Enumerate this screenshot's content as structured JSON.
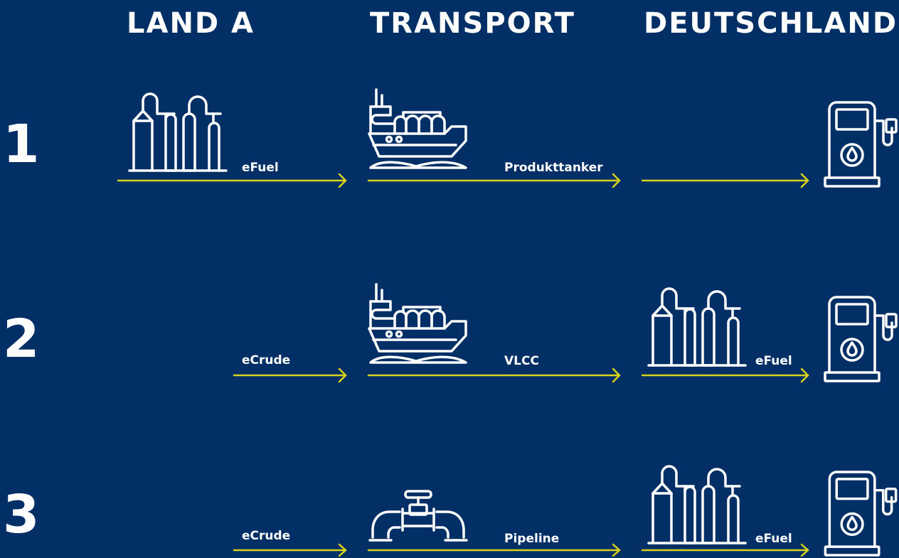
{
  "headers": [
    "LAND A",
    "TRANSPORT",
    "DEUTSCHLAND"
  ],
  "rows": [
    {
      "number": "1",
      "land_label": "eFuel",
      "transport_label": "Produkttanker",
      "land_icon": "refinery-icon",
      "transport_icon": "ship-icon",
      "germany_icon": null,
      "germany_label": ""
    },
    {
      "number": "2",
      "land_label": "eCrude",
      "transport_label": "VLCC",
      "land_icon": null,
      "transport_icon": "ship-icon",
      "germany_icon": "refinery-icon",
      "germany_label": "eFuel"
    },
    {
      "number": "3",
      "land_label": "eCrude",
      "transport_label": "Pipeline",
      "land_icon": null,
      "transport_icon": "pipeline-icon",
      "germany_icon": "refinery-icon",
      "germany_label": "eFuel"
    }
  ],
  "end_icon": "fuel-pump-icon",
  "colors": {
    "background": "#012f66",
    "arrow": "#d9d21a",
    "foreground": "#ffffff"
  }
}
